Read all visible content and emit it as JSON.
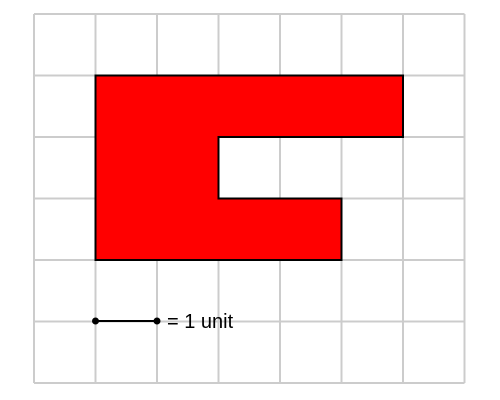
{
  "grid": {
    "columns": 7,
    "rows": 6,
    "line_color": "#cccccc"
  },
  "shape": {
    "fill_color": "#ff0000",
    "stroke_color": "#000000",
    "vertices_units": [
      [
        1,
        1
      ],
      [
        6,
        1
      ],
      [
        6,
        2
      ],
      [
        3,
        2
      ],
      [
        3,
        3
      ],
      [
        5,
        3
      ],
      [
        5,
        4
      ],
      [
        1,
        4
      ]
    ]
  },
  "scale_key": {
    "label": "= 1 unit",
    "length_units": 1
  }
}
